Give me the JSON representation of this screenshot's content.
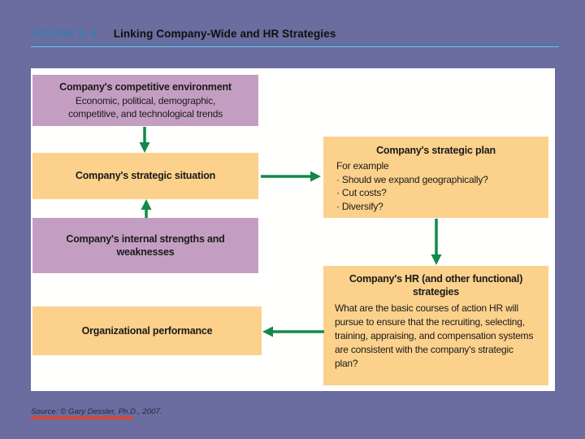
{
  "header": {
    "figure_label": "FIGURE 3–6",
    "title": "Linking Company-Wide and HR Strategies"
  },
  "diagram": {
    "competitive_environment": {
      "title": "Company's competitive environment",
      "body": "Economic, political, demographic, competitive, and technological trends"
    },
    "strategic_situation": {
      "title": "Company's strategic situation"
    },
    "internal_strengths": {
      "title": "Company's internal strengths and weaknesses"
    },
    "organizational_performance": {
      "title": "Organizational performance"
    },
    "strategic_plan": {
      "title": "Company's strategic plan",
      "intro": "For example",
      "bullets": [
        "· Should we expand geographically?",
        "· Cut costs?",
        "· Diversify?"
      ]
    },
    "hr_strategies": {
      "title": "Company's HR (and other functional) strategies",
      "body": "What are the basic courses of action HR will pursue to ensure that the recruiting, selecting, training, appraising, and compensation systems are consistent with the company's strategic plan?"
    },
    "arrows": [
      "environment-to-situation",
      "strengths-to-situation",
      "situation-to-plan",
      "plan-to-hr-strategies",
      "hr-strategies-to-performance"
    ]
  },
  "footer": {
    "source": "Source: © Gary Dessler, Ph.D., 2007."
  },
  "colors": {
    "background_purple": "#6b6c9f",
    "panel_white": "#fffffd",
    "box_pink": "#c49ec2",
    "box_yellow": "#fbd18c",
    "arrow_green": "#12894a",
    "accent_teal": "#3a7cb3",
    "source_underline_red": "#e2442f",
    "text_black": "#1a1a1a"
  }
}
